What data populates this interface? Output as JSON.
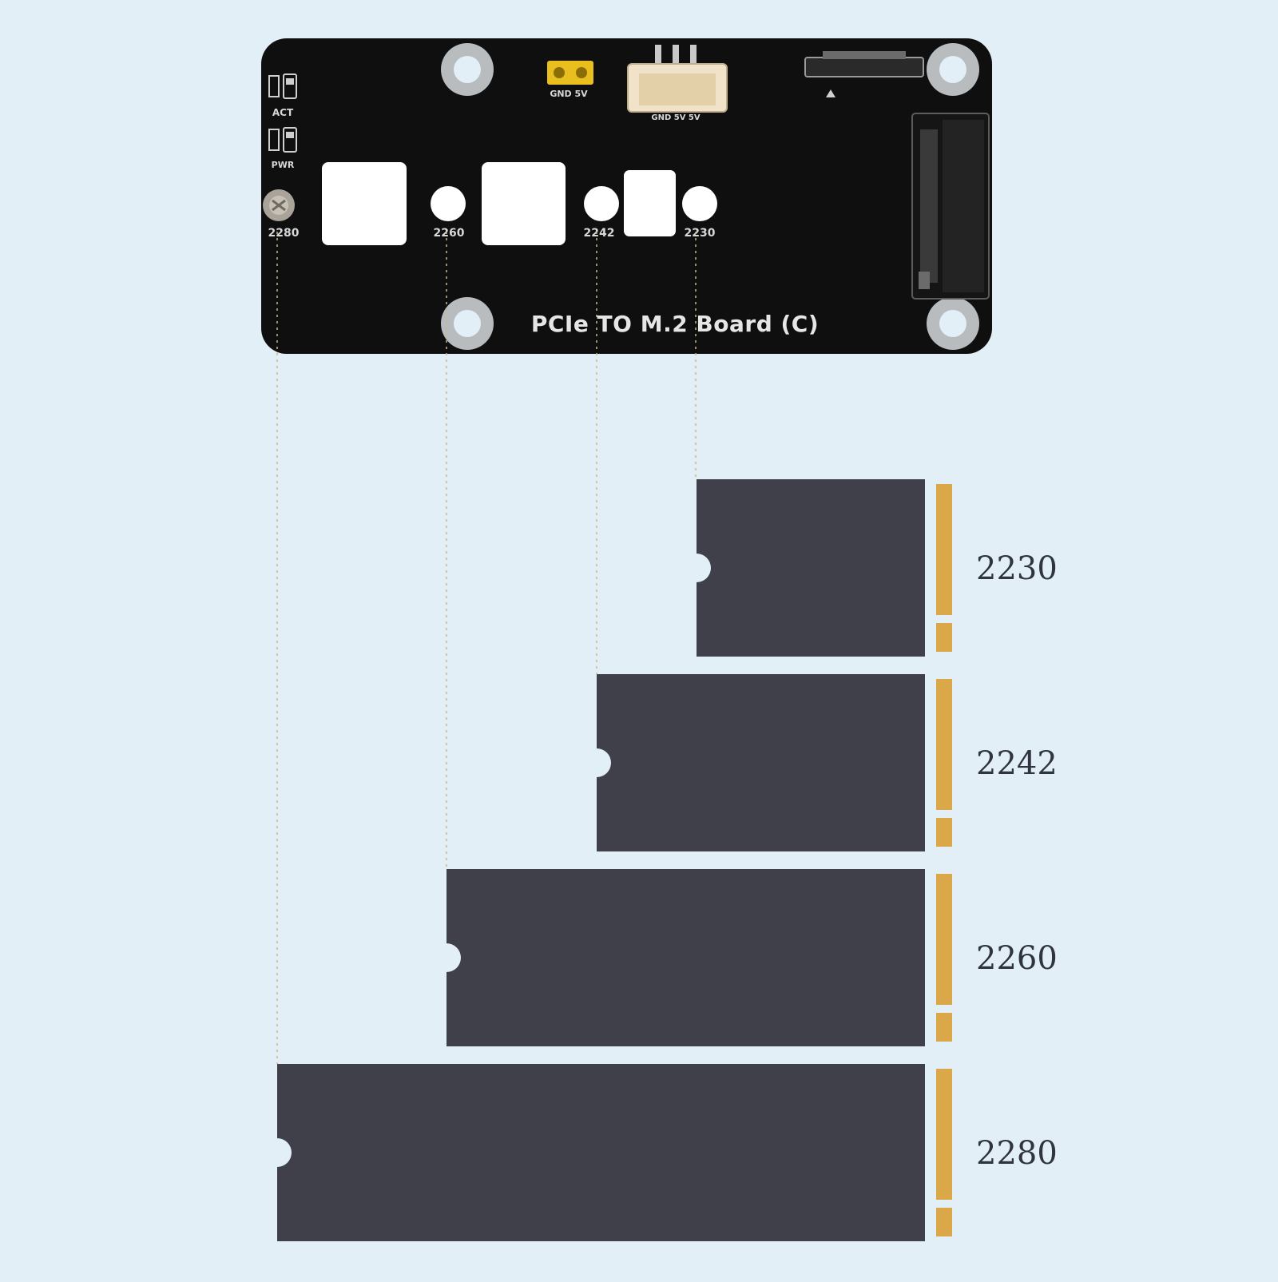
{
  "board": {
    "title": "PCIe TO M.2 Board (C)",
    "silkscreen": {
      "act": "ACT",
      "pwr": "PWR",
      "jumper": "GND 5V",
      "fan": "GND 5V 5V",
      "holes": [
        "2280",
        "2260",
        "2242",
        "2230"
      ]
    }
  },
  "ssd_sizes": [
    {
      "label": "2230"
    },
    {
      "label": "2242"
    },
    {
      "label": "2260"
    },
    {
      "label": "2280"
    }
  ],
  "colors": {
    "background": "#e2eff7",
    "pcb": "#0f0f0f",
    "ssd": "#3f404a",
    "gold_contacts": "#dba849",
    "guide_line": "#c9b98a"
  }
}
